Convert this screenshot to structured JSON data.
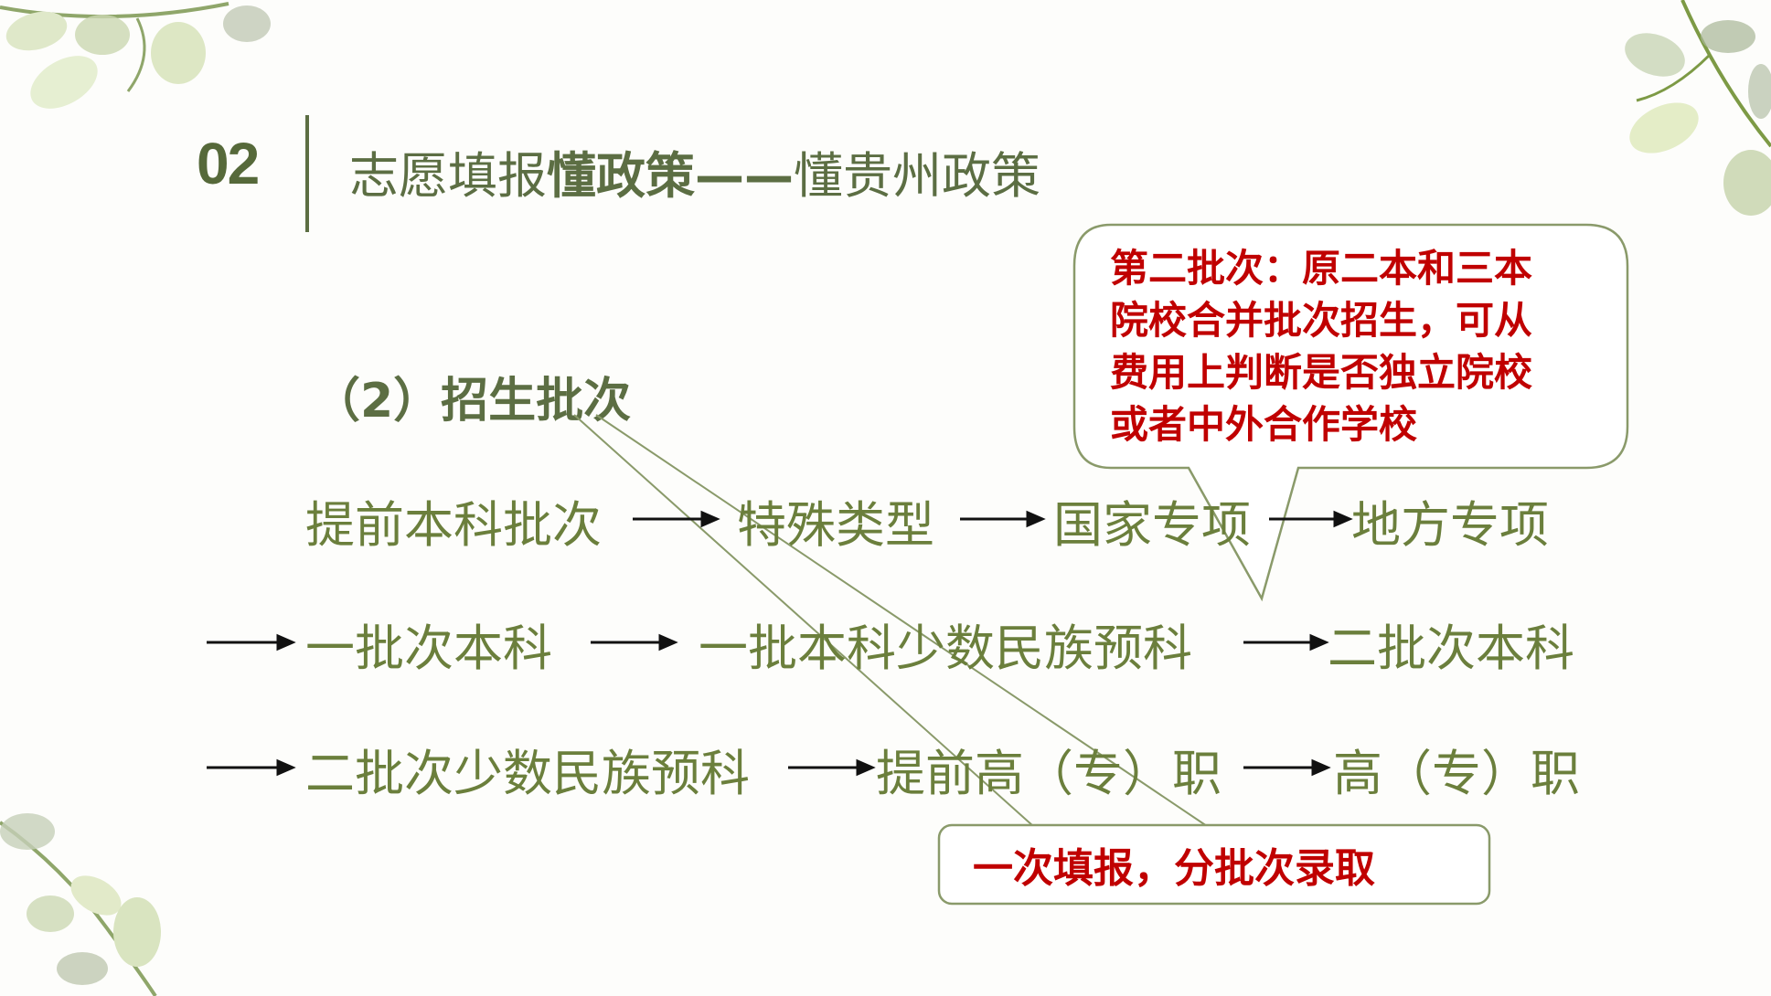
{
  "section_number": "02",
  "title": {
    "part1": "志愿填报",
    "part2": "懂政策——",
    "part3": "懂贵州政策"
  },
  "subheading": "（2）招生批次",
  "flow": {
    "row1": [
      "提前本科批次",
      "特殊类型",
      "国家专项",
      "地方专项"
    ],
    "row2": [
      "一批次本科",
      "一批本科少数民族预科",
      "二批次本科"
    ],
    "row3": [
      "二批次少数民族预科",
      "提前高（专）职",
      "高（专）职"
    ]
  },
  "callouts": {
    "second_batch": [
      "第二批次：原二本和三本",
      "院校合并批次招生，可从",
      "费用上判断是否独立院校",
      "或者中外合作学校"
    ],
    "one_time_fill": "一次填报，分批次录取"
  },
  "colors": {
    "title_green": "#5c6e43",
    "flow_green": "#6b7f3c",
    "callout_red": "#c00000",
    "callout_border": "#8a9a6a"
  }
}
